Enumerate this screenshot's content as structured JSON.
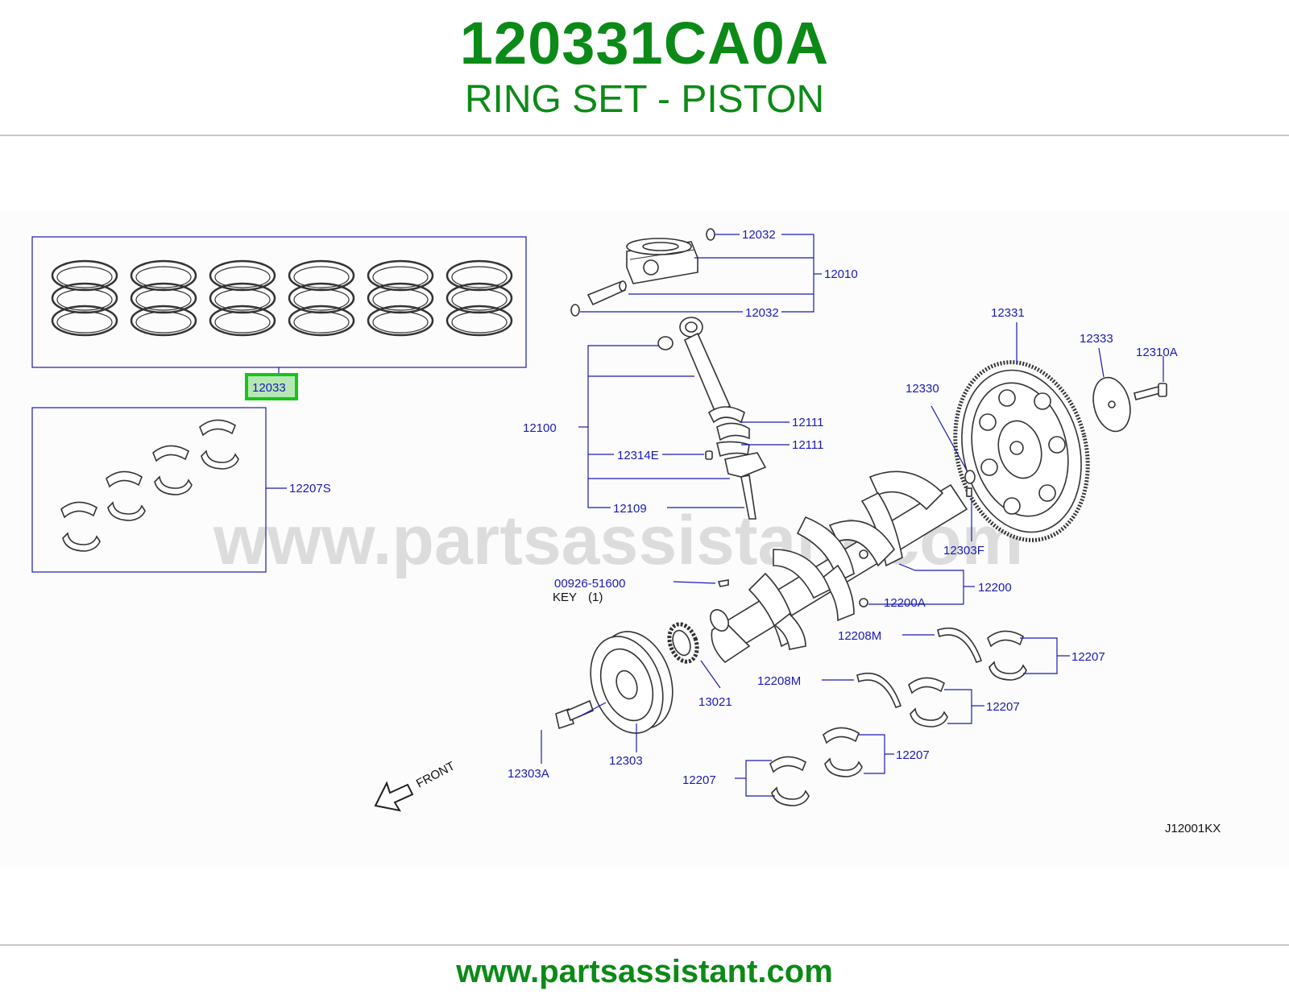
{
  "header": {
    "part_number": "120331CA0A",
    "part_name": "RING SET - PISTON"
  },
  "diagram": {
    "watermark": "www.partsassistant.com",
    "drawing_code": "J12001KX",
    "front_label": "FRONT",
    "highlight_color": "#18c418",
    "label_color": "#1a1ab4",
    "callouts": {
      "c12032a": "12032",
      "c12010": "12010",
      "c12032b": "12032",
      "c12033": "12033",
      "c12207S": "12207S",
      "c12331": "12331",
      "c12333": "12333",
      "c12310A": "12310A",
      "c12330": "12330",
      "c12100": "12100",
      "c12111a": "12111",
      "c12111b": "12111",
      "c12314E": "12314E",
      "c12109": "12109",
      "c12303F": "12303F",
      "c00926": "00926-51600",
      "key": "KEY",
      "key_qty": "(1)",
      "c12200": "12200",
      "c12200A": "12200A",
      "c12208Ma": "12208M",
      "c12207a": "12207",
      "c12208Mb": "12208M",
      "c13021": "13021",
      "c12207b": "12207",
      "c12303A": "12303A",
      "c12303": "12303",
      "c12207c": "12207",
      "c12207d": "12207"
    }
  },
  "footer": {
    "site": "www.partsassistant.com"
  }
}
